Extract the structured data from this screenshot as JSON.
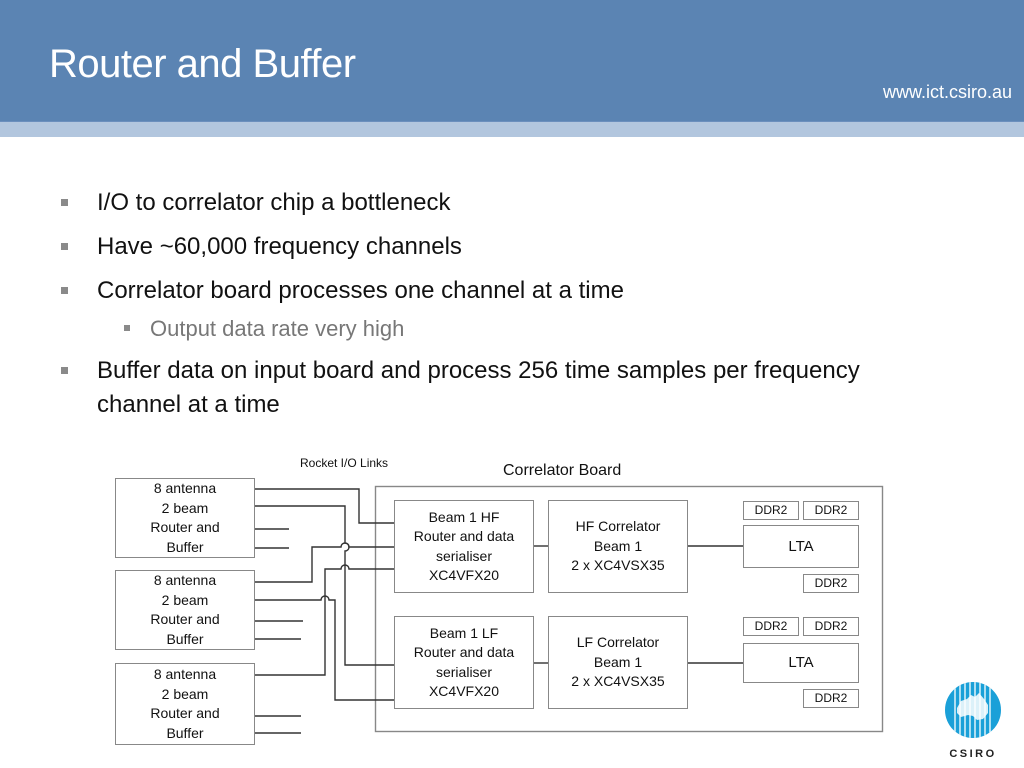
{
  "header": {
    "title": "Router and Buffer",
    "url": "www.ict.csiro.au"
  },
  "bullets": [
    {
      "level": 1,
      "text": "I/O to correlator chip a bottleneck"
    },
    {
      "level": 1,
      "text": "Have ~60,000 frequency channels"
    },
    {
      "level": 1,
      "text": "Correlator board processes one channel at a time"
    },
    {
      "level": 2,
      "text": "Output data rate very high"
    },
    {
      "level": 1,
      "text": "Buffer data on input board and process 256 time samples per frequency channel at a time"
    }
  ],
  "diagram": {
    "links_label": "Rocket I/O Links",
    "board_label": "Correlator Board",
    "router_boxes": [
      "8 antenna\n2 beam\nRouter and\nBuffer",
      "8 antenna\n2 beam\nRouter and\nBuffer",
      "8 antenna\n2 beam\nRouter and\nBuffer"
    ],
    "hf_router": "Beam 1 HF\nRouter and data\nserialiser\nXC4VFX20",
    "lf_router": "Beam 1 LF\nRouter and data\nserialiser\nXC4VFX20",
    "hf_correlator": "HF Correlator\nBeam 1\n2 x XC4VSX35",
    "lf_correlator": "LF Correlator\nBeam 1\n2 x XC4VSX35",
    "lta": "LTA",
    "ddr": "DDR2"
  },
  "logo": {
    "text": "CSIRO",
    "color": "#1aa0d8"
  },
  "colors": {
    "header_bg": "#5b84b3",
    "header_strip": "#b2c6de"
  }
}
